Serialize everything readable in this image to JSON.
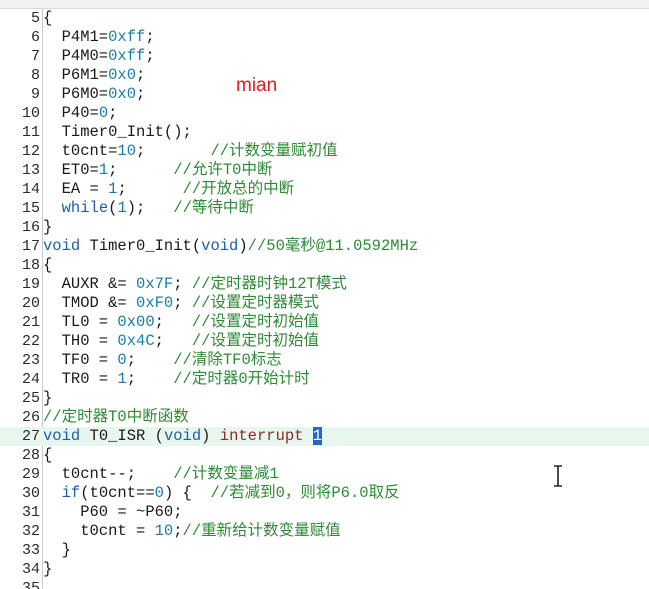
{
  "annotation": {
    "text": "mian",
    "color": "#e21b1b"
  },
  "colors": {
    "plain": "#1a1a1a",
    "number": "#1a7ca6",
    "keyword": "#1c5fa8",
    "comment": "#2d8a35",
    "reserved": "#8a2a2a",
    "current_line": "#e8f7ee"
  },
  "icons": {
    "text_cursor": "i-beam-cursor-icon"
  },
  "lines": [
    {
      "n": "5",
      "tokens": [
        [
          "{",
          "plain"
        ]
      ]
    },
    {
      "n": "6",
      "tokens": [
        [
          "  P4M1=",
          "plain"
        ],
        [
          "0xff",
          "num"
        ],
        [
          ";",
          "plain"
        ]
      ]
    },
    {
      "n": "7",
      "tokens": [
        [
          "  P4M0=",
          "plain"
        ],
        [
          "0xff",
          "num"
        ],
        [
          ";",
          "plain"
        ]
      ]
    },
    {
      "n": "8",
      "tokens": [
        [
          "  P6M1=",
          "plain"
        ],
        [
          "0x0",
          "num"
        ],
        [
          ";",
          "plain"
        ]
      ]
    },
    {
      "n": "9",
      "tokens": [
        [
          "  P6M0=",
          "plain"
        ],
        [
          "0x0",
          "num"
        ],
        [
          ";",
          "plain"
        ]
      ]
    },
    {
      "n": "10",
      "tokens": [
        [
          "  P40=",
          "plain"
        ],
        [
          "0",
          "num"
        ],
        [
          ";",
          "plain"
        ]
      ]
    },
    {
      "n": "11",
      "tokens": [
        [
          "  Timer0_Init();",
          "plain"
        ]
      ]
    },
    {
      "n": "12",
      "tokens": [
        [
          "  t0cnt=",
          "plain"
        ],
        [
          "10",
          "num"
        ],
        [
          ";       ",
          "plain"
        ],
        [
          "//计数变量赋初值",
          "cmt"
        ]
      ]
    },
    {
      "n": "13",
      "tokens": [
        [
          "  ET0=",
          "plain"
        ],
        [
          "1",
          "num"
        ],
        [
          ";      ",
          "plain"
        ],
        [
          "//允许T0中断",
          "cmt"
        ]
      ]
    },
    {
      "n": "14",
      "tokens": [
        [
          "  EA = ",
          "plain"
        ],
        [
          "1",
          "num"
        ],
        [
          ";      ",
          "plain"
        ],
        [
          "//开放总的中断",
          "cmt"
        ]
      ]
    },
    {
      "n": "15",
      "tokens": [
        [
          "  ",
          "plain"
        ],
        [
          "while",
          "kw"
        ],
        [
          "(",
          "plain"
        ],
        [
          "1",
          "num"
        ],
        [
          ");   ",
          "plain"
        ],
        [
          "//等待中断",
          "cmt"
        ]
      ]
    },
    {
      "n": "16",
      "tokens": [
        [
          "}",
          "plain"
        ]
      ]
    },
    {
      "n": "17",
      "tokens": [
        [
          "void",
          "kw"
        ],
        [
          " Timer0_Init(",
          "plain"
        ],
        [
          "void",
          "kw"
        ],
        [
          ")",
          "plain"
        ],
        [
          "//50毫秒@11.0592MHz",
          "cmt"
        ]
      ]
    },
    {
      "n": "18",
      "tokens": [
        [
          "{",
          "plain"
        ]
      ]
    },
    {
      "n": "19",
      "tokens": [
        [
          "  AUXR &= ",
          "plain"
        ],
        [
          "0x7F",
          "num"
        ],
        [
          "; ",
          "plain"
        ],
        [
          "//定时器时钟12T模式",
          "cmt"
        ]
      ]
    },
    {
      "n": "20",
      "tokens": [
        [
          "  TMOD &= ",
          "plain"
        ],
        [
          "0xF0",
          "num"
        ],
        [
          "; ",
          "plain"
        ],
        [
          "//设置定时器模式",
          "cmt"
        ]
      ]
    },
    {
      "n": "21",
      "tokens": [
        [
          "  TL0 = ",
          "plain"
        ],
        [
          "0x00",
          "num"
        ],
        [
          ";   ",
          "plain"
        ],
        [
          "//设置定时初始值",
          "cmt"
        ]
      ]
    },
    {
      "n": "22",
      "tokens": [
        [
          "  TH0 = ",
          "plain"
        ],
        [
          "0x4C",
          "num"
        ],
        [
          ";   ",
          "plain"
        ],
        [
          "//设置定时初始值",
          "cmt"
        ]
      ]
    },
    {
      "n": "23",
      "tokens": [
        [
          "  TF0 = ",
          "plain"
        ],
        [
          "0",
          "num"
        ],
        [
          ";    ",
          "plain"
        ],
        [
          "//清除TF0标志",
          "cmt"
        ]
      ]
    },
    {
      "n": "24",
      "tokens": [
        [
          "  TR0 = ",
          "plain"
        ],
        [
          "1",
          "num"
        ],
        [
          ";    ",
          "plain"
        ],
        [
          "//定时器0开始计时",
          "cmt"
        ]
      ]
    },
    {
      "n": "25",
      "tokens": [
        [
          "}",
          "plain"
        ]
      ]
    },
    {
      "n": "26",
      "tokens": [
        [
          "//定时器T0中断函数",
          "cmt"
        ]
      ]
    },
    {
      "n": "27",
      "hl": true,
      "tokens": [
        [
          "void",
          "kw"
        ],
        [
          " T0_ISR (",
          "plain"
        ],
        [
          "void",
          "kw"
        ],
        [
          ") ",
          "plain"
        ],
        [
          "interrupt",
          "rsv"
        ],
        [
          " ",
          "plain"
        ],
        [
          "1",
          "sel"
        ]
      ]
    },
    {
      "n": "28",
      "tokens": [
        [
          "{",
          "plain"
        ]
      ]
    },
    {
      "n": "29",
      "tokens": [
        [
          "  t0cnt--;    ",
          "plain"
        ],
        [
          "//计数变量减1",
          "cmt"
        ]
      ]
    },
    {
      "n": "30",
      "tokens": [
        [
          "  ",
          "plain"
        ],
        [
          "if",
          "kw"
        ],
        [
          "(t0cnt==",
          "plain"
        ],
        [
          "0",
          "num"
        ],
        [
          ") {  ",
          "plain"
        ],
        [
          "//若减到0，则将P6.0取反",
          "cmt"
        ]
      ]
    },
    {
      "n": "31",
      "tokens": [
        [
          "    P60 = ~P60;",
          "plain"
        ]
      ]
    },
    {
      "n": "32",
      "tokens": [
        [
          "    t0cnt = ",
          "plain"
        ],
        [
          "10",
          "num"
        ],
        [
          ";",
          "plain"
        ],
        [
          "//重新给计数变量赋值",
          "cmt"
        ]
      ]
    },
    {
      "n": "33",
      "tokens": [
        [
          "  }",
          "plain"
        ]
      ]
    },
    {
      "n": "34",
      "tokens": [
        [
          "}",
          "plain"
        ]
      ]
    },
    {
      "n": "35",
      "tokens": [
        [
          "",
          "plain"
        ]
      ]
    }
  ]
}
